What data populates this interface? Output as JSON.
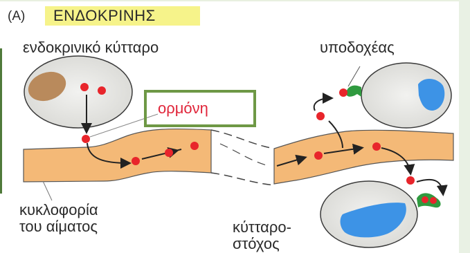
{
  "header": {
    "letter": "(A)",
    "title": "ΕΝΔΟΚΡΙΝΗΣ",
    "highlight_color": "#f6f38a"
  },
  "labels": {
    "endocrine_cell": "ενδοκρινικό κύτταρο",
    "receptors": "υποδοχέας",
    "hormone": "ορμόνη",
    "circulation_line1": "κυκλοφορία",
    "circulation_line2": "του αίματος",
    "target_line1": "κύτταρο-",
    "target_line2": "στόχος"
  },
  "colors": {
    "blood_vessel": "#f4b977",
    "hormone": "#e8252b",
    "receptor": "#2f9a3f",
    "nucleus_endocrine": "#b98a5c",
    "nucleus_target": "#3d93e6",
    "hormone_label": "#e0253a",
    "frame": "#6e9845"
  }
}
